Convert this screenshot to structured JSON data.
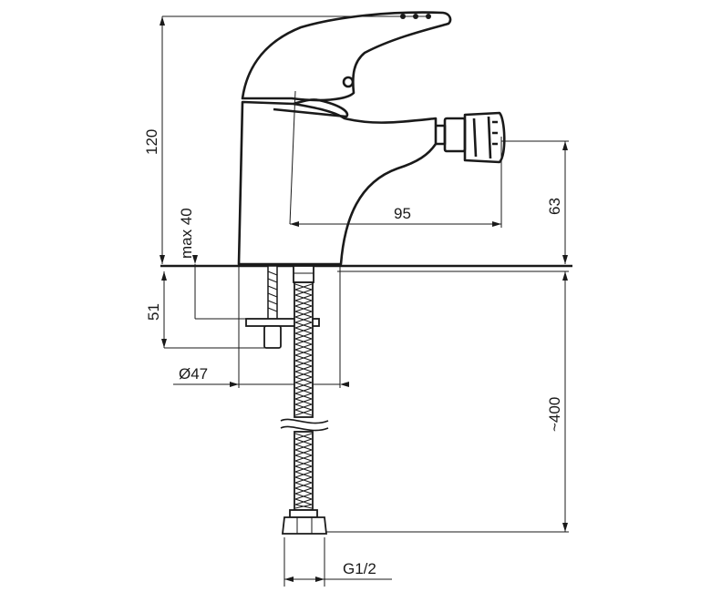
{
  "drawing": {
    "type": "technical-drawing",
    "subject": "bidet-mixer-tap-side-view",
    "dimensions": {
      "height_total": "120",
      "max_deck": "max 40",
      "shank": "51",
      "base_diameter": "Ø47",
      "spout_reach": "95",
      "spout_height": "63",
      "hose_length": "~400",
      "thread": "G1/2"
    }
  }
}
